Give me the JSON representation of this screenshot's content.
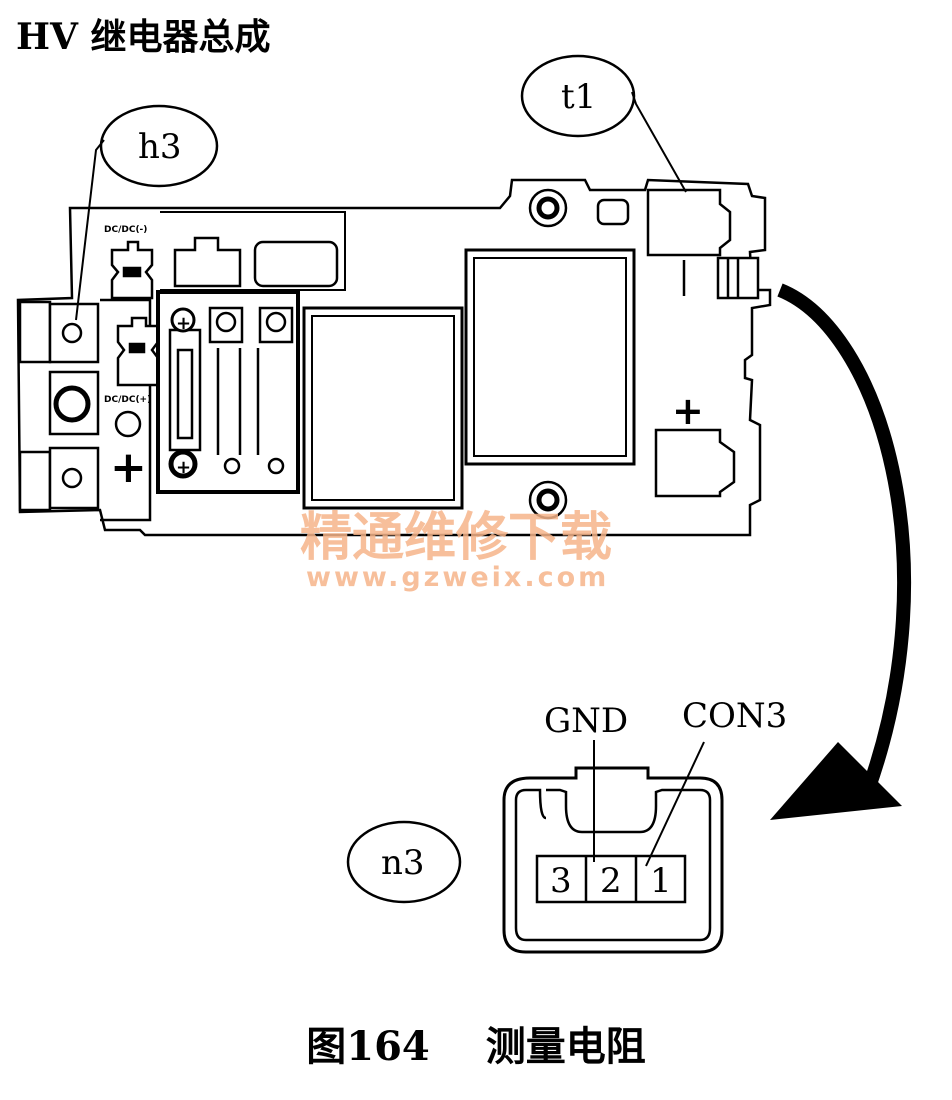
{
  "title": "HV 继电器总成",
  "callouts": {
    "h3": "h3",
    "t1": "t1",
    "n3": "n3"
  },
  "terminal_labels": {
    "dcdc_minus": "DC/DC(-)",
    "dcdc_plus": "DC/DC(+)",
    "plus": "+"
  },
  "connector": {
    "pins": [
      "3",
      "2",
      "1"
    ],
    "gnd": "GND",
    "con3": "CON3"
  },
  "watermark": {
    "text": "精通维修下载",
    "url": "www.gzweix.com"
  },
  "caption": {
    "figure": "图164",
    "text": "测量电阻"
  }
}
